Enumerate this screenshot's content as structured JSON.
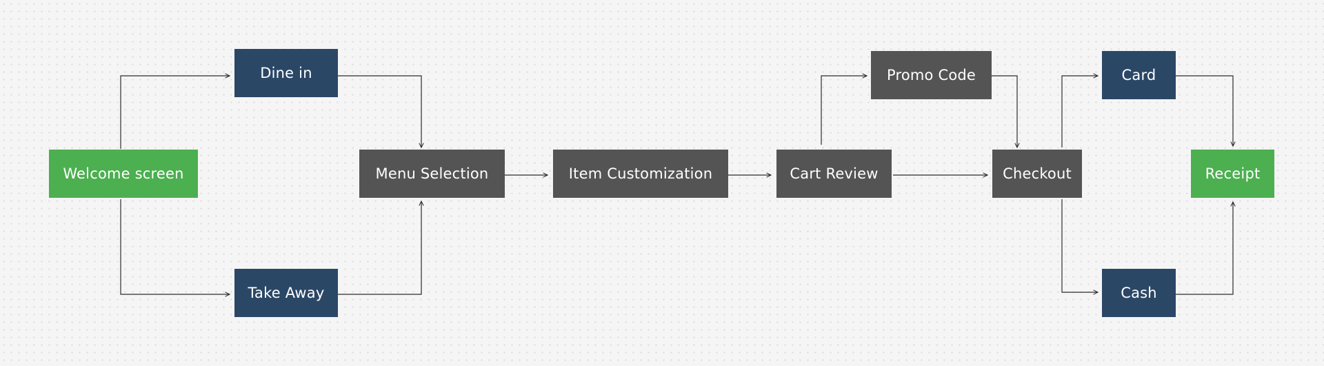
{
  "diagram": {
    "nodes": {
      "welcome": "Welcome screen",
      "dine_in": "Dine in",
      "take_away": "Take Away",
      "menu_selection": "Menu Selection",
      "item_customization": "Item Customization",
      "cart_review": "Cart Review",
      "promo_code": "Promo Code",
      "checkout": "Checkout",
      "card": "Card",
      "cash": "Cash",
      "receipt": "Receipt"
    },
    "edges": [
      [
        "welcome",
        "dine_in"
      ],
      [
        "welcome",
        "take_away"
      ],
      [
        "dine_in",
        "menu_selection"
      ],
      [
        "take_away",
        "menu_selection"
      ],
      [
        "menu_selection",
        "item_customization"
      ],
      [
        "item_customization",
        "cart_review"
      ],
      [
        "cart_review",
        "promo_code"
      ],
      [
        "cart_review",
        "checkout"
      ],
      [
        "promo_code",
        "checkout"
      ],
      [
        "checkout",
        "card"
      ],
      [
        "checkout",
        "cash"
      ],
      [
        "card",
        "receipt"
      ],
      [
        "cash",
        "receipt"
      ]
    ]
  },
  "colors": {
    "start_end": "#4caf50",
    "option": "#2b4766",
    "step": "#545454",
    "connector": "#2b2b2b",
    "background": "#f5f5f5"
  }
}
